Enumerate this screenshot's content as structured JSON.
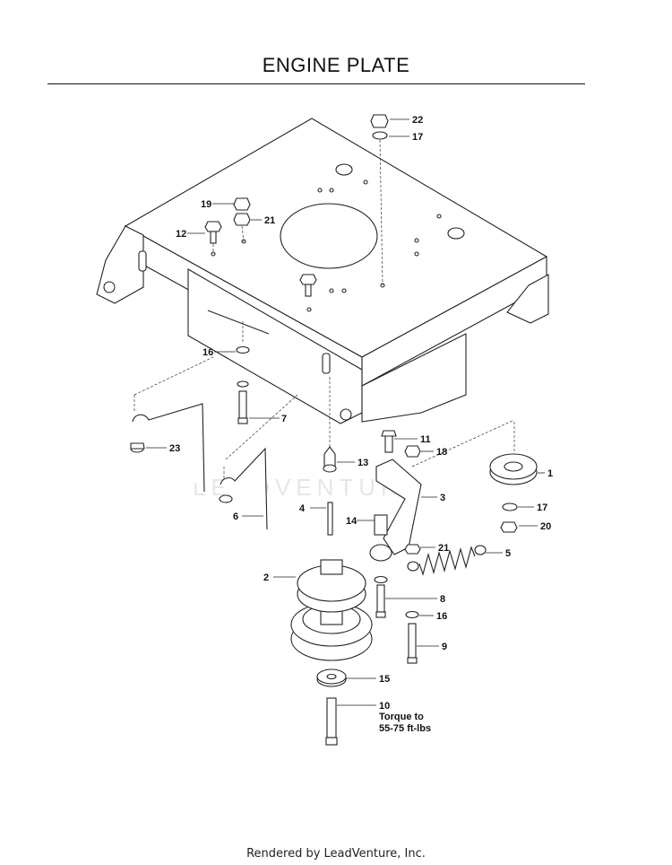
{
  "title": "ENGINE PLATE",
  "footer": "Rendered by LeadVenture, Inc.",
  "callouts": [
    "22",
    "17",
    "19",
    "21",
    "12",
    "16",
    "7",
    "23",
    "13",
    "11",
    "18",
    "1",
    "3",
    "17",
    "20",
    "4",
    "14",
    "6",
    "21",
    "5",
    "2",
    "8",
    "16",
    "9",
    "15",
    "10"
  ],
  "torque_note": {
    "line1": "Torque to",
    "line2": "55-75 ft-lbs"
  }
}
